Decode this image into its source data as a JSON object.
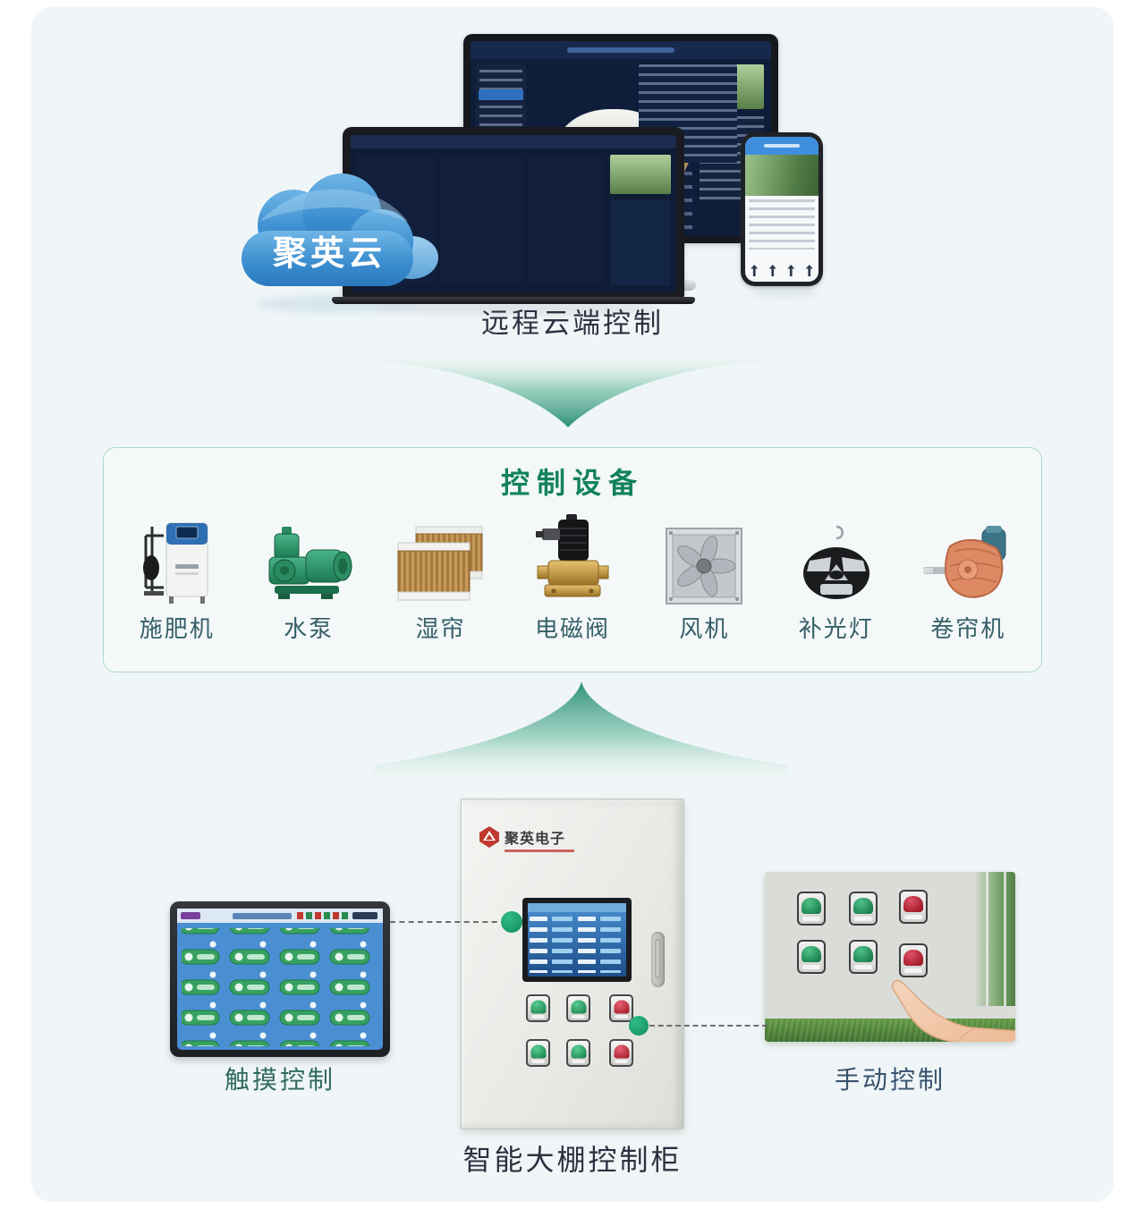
{
  "colors": {
    "panel_bg": "#f0f6f7",
    "caption_dark": "#2b3140",
    "title_green": "#12825c",
    "device_label": "#355f68",
    "touch_caption": "#2f6a60",
    "manual_caption": "#37536e",
    "arrow_teal": "#2f9077",
    "cloud_blue": "#3d8fd0",
    "button_green": "#1f9e5f",
    "button_red": "#b01722",
    "connector_green": "#17a06b"
  },
  "cloud": {
    "label": "聚英云"
  },
  "top": {
    "caption": "远程云端控制"
  },
  "devices_box": {
    "title": "控制设备",
    "items": [
      {
        "label": "施肥机",
        "icon": "fertilizer-machine-icon"
      },
      {
        "label": "水泵",
        "icon": "water-pump-icon"
      },
      {
        "label": "湿帘",
        "icon": "wet-curtain-icon"
      },
      {
        "label": "电磁阀",
        "icon": "solenoid-valve-icon"
      },
      {
        "label": "风机",
        "icon": "exhaust-fan-icon"
      },
      {
        "label": "补光灯",
        "icon": "grow-light-icon"
      },
      {
        "label": "卷帘机",
        "icon": "roller-shutter-motor-icon"
      }
    ]
  },
  "cabinet": {
    "brand": "聚英电子",
    "caption": "智能大棚控制柜"
  },
  "touch_panel": {
    "caption": "触摸控制"
  },
  "manual_panel": {
    "caption": "手动控制"
  }
}
